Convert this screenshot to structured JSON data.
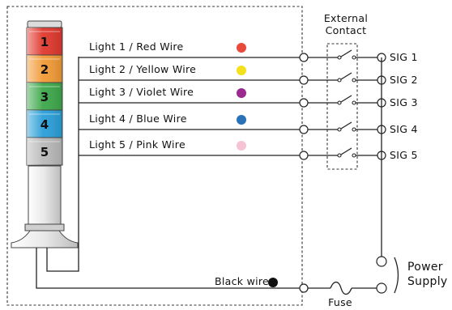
{
  "external_contact": {
    "line1": "External",
    "line2": "Contact"
  },
  "lights": [
    {
      "number": "1",
      "label": "Light 1 / Red Wire",
      "color": "#e84a3c",
      "tier_fill": "#e0382e",
      "signal": "SIG 1"
    },
    {
      "number": "2",
      "label": "Light 2 / Yellow Wire",
      "color": "#f4e01c",
      "tier_fill": "#f29a36",
      "signal": "SIG 2"
    },
    {
      "number": "3",
      "label": "Light 3 / Violet Wire",
      "color": "#9b2a8f",
      "tier_fill": "#3da84a",
      "signal": "SIG 3"
    },
    {
      "number": "4",
      "label": "Light 4 / Blue Wire",
      "color": "#2a72b8",
      "tier_fill": "#2a9fd8",
      "signal": "SIG 4"
    },
    {
      "number": "5",
      "label": "Light 5 / Pink Wire",
      "color": "#f5c3d3",
      "tier_fill": "#b9b9b9",
      "signal": "SIG 5"
    }
  ],
  "black_wire": {
    "label": "Black wire",
    "color": "#111111"
  },
  "power_supply": {
    "line1": "Power",
    "line2": "Supply"
  },
  "fuse": {
    "label": "Fuse"
  }
}
